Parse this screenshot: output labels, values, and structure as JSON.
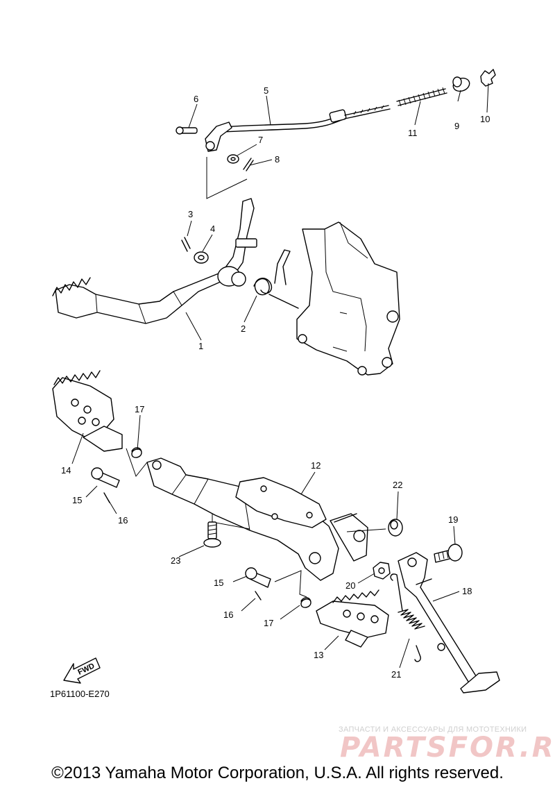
{
  "callouts": [
    "1",
    "2",
    "3",
    "4",
    "5",
    "6",
    "7",
    "8",
    "9",
    "10",
    "11",
    "12",
    "13",
    "14",
    "15",
    "16",
    "17",
    "18",
    "19",
    "20",
    "21",
    "22",
    "23",
    "15",
    "16",
    "17"
  ],
  "fwd_label": "FWD",
  "diagram_code": "1P61100-E270",
  "watermark": {
    "tagline": "ЗАПЧАСТИ И АКСЕССУАРЫ ДЛЯ МОТОТЕХНИКИ",
    "brand": "PARTSFOR.RU"
  },
  "copyright": "©2013 Yamaha Motor Corporation, U.S.A. All rights reserved."
}
